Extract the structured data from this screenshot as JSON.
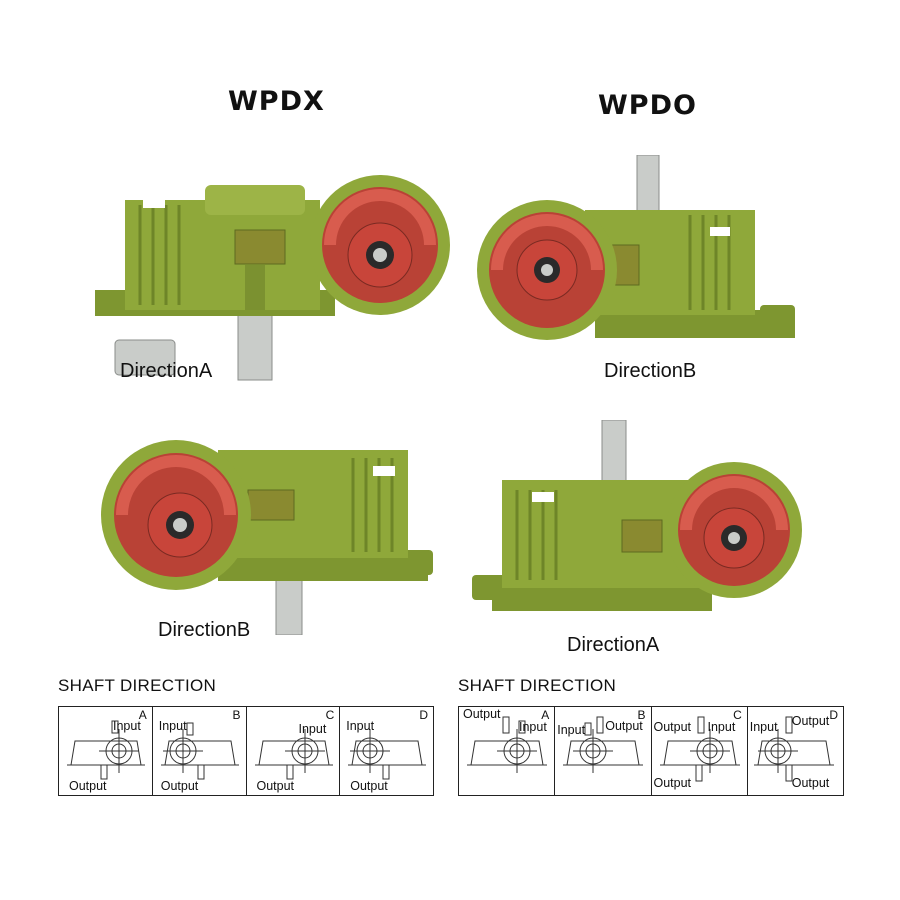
{
  "models": [
    {
      "title": "WPDX"
    },
    {
      "title": "WPDO"
    }
  ],
  "units": [
    {
      "direction_label": "DirectionA"
    },
    {
      "direction_label": "DirectionB"
    },
    {
      "direction_label": "DirectionB"
    },
    {
      "direction_label": "DirectionA"
    }
  ],
  "shaft_panels": [
    {
      "title": "SHAFT DIRECTION",
      "cells": [
        {
          "letter": "A",
          "input": "Input",
          "output": "Output"
        },
        {
          "letter": "B",
          "input": "Input",
          "output": "Output"
        },
        {
          "letter": "C",
          "input": "Input",
          "output": "Output"
        },
        {
          "letter": "D",
          "input": "Input",
          "output": "Output"
        }
      ]
    },
    {
      "title": "SHAFT DIRECTION",
      "cells": [
        {
          "letter": "A",
          "input": "Input",
          "output": "Output"
        },
        {
          "letter": "B",
          "input": "Input",
          "output": "Output"
        },
        {
          "letter": "C",
          "input": "Input",
          "output": "Output",
          "output2": "Output"
        },
        {
          "letter": "D",
          "input": "Input",
          "output": "Output",
          "output2": "Output"
        }
      ]
    }
  ],
  "colors": {
    "housing": "#8fa83a",
    "housing_dark": "#6e8528",
    "flange": "#c8453a",
    "shaft": "#c9ccc9"
  }
}
